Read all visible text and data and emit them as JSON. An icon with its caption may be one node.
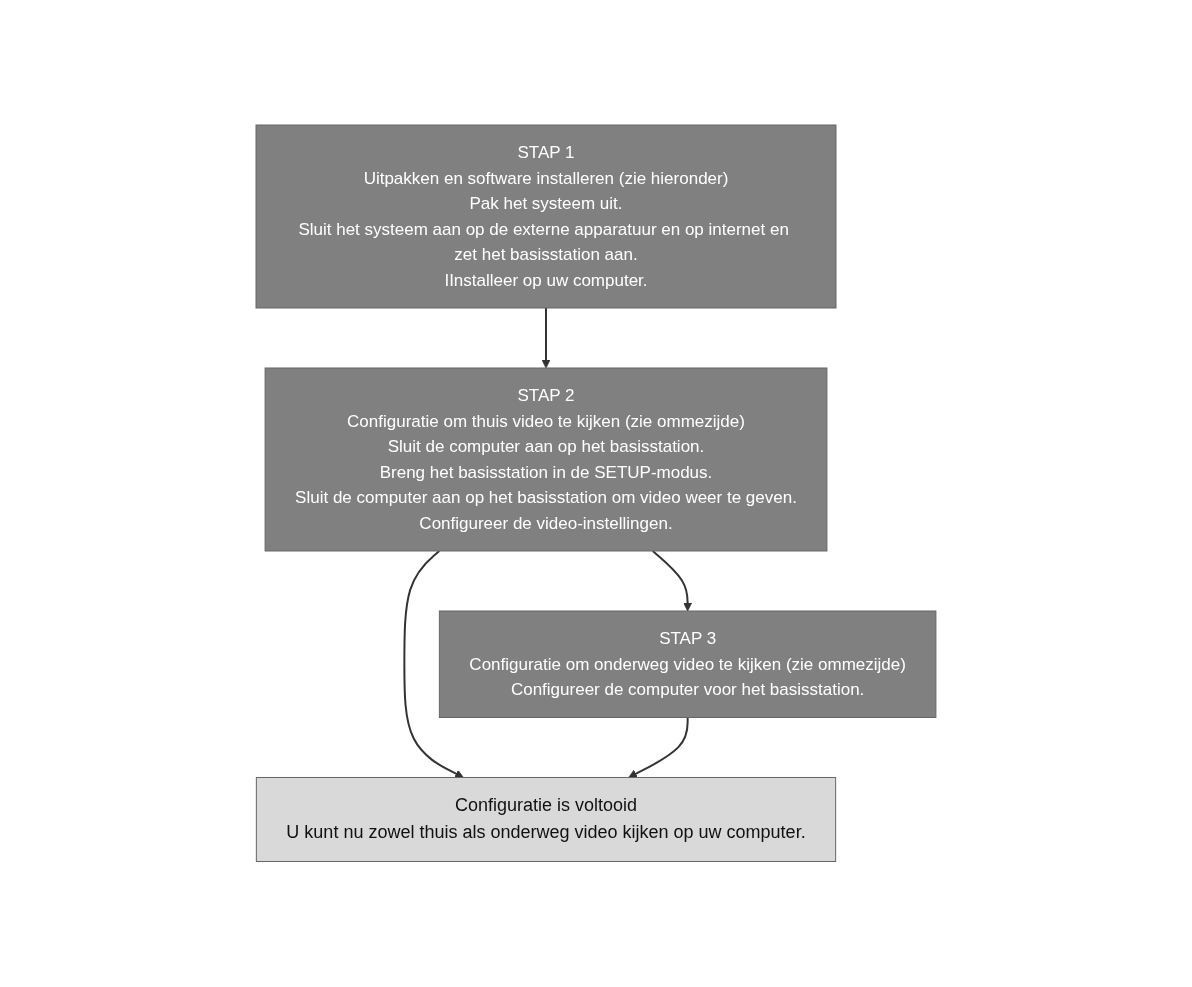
{
  "diagram": {
    "nodes": [
      {
        "text": [
          "STAP 1",
          "Uitpakken en software installeren (zie hieronder)",
          "Pak het systeem uit.",
          "Sluit het systeem aan op de externe apparatuur en op internet en zet het basisstation aan.",
          "IInstalleer op uw computer."
        ]
      },
      {
        "text": [
          "STAP 2",
          "Configuratie om thuis video te kijken (zie ommezijde)",
          "Sluit de computer aan op het basisstation.",
          "Breng het basisstation in de SETUP-modus.",
          "Sluit de computer aan op het basisstation om video weer te geven.",
          "Configureer de video-instellingen."
        ]
      },
      {
        "text": [
          "STAP 3",
          "Configuratie om onderweg video te kijken (zie ommezijde)",
          "Configureer de computer voor het basisstation."
        ]
      },
      {
        "text": [
          "Configuratie is voltooid",
          "U kunt nu zowel thuis als onderweg video kijken op uw computer."
        ]
      }
    ],
    "edges": [
      {
        "from": 0,
        "to": 1,
        "arrow": "to"
      },
      {
        "from": 1,
        "to": 2,
        "arrow": "to"
      },
      {
        "from": 1,
        "to": 3,
        "arrow": "to"
      },
      {
        "from": 2,
        "to": 3,
        "arrow": "to"
      }
    ]
  }
}
